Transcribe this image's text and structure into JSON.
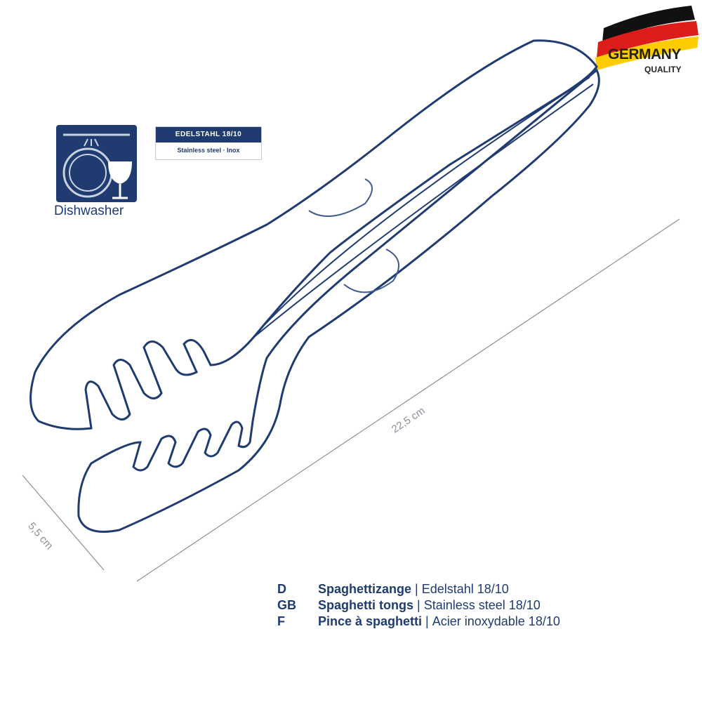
{
  "badges": {
    "dishwasher_label": "Dishwasher",
    "steel_title": "EDELSTAHL 18/10",
    "steel_subtitle": "Stainless steel · Inox"
  },
  "logo": {
    "line1": "GERMANY",
    "line2": "QUALITY"
  },
  "dimensions": {
    "length": "22,5 cm",
    "width": "5,5 cm"
  },
  "legend": [
    {
      "code": "D",
      "name": "Spaghettizange",
      "material": "Edelstahl 18/10"
    },
    {
      "code": "GB",
      "name": "Spaghetti tongs",
      "material": "Stainless steel 18/10"
    },
    {
      "code": "F",
      "name": "Pince à spaghetti",
      "material": "Acier inoxydable 18/10"
    }
  ],
  "colors": {
    "navy": "#1f3b70",
    "flag_black": "#111111",
    "flag_red": "#dd1c1c",
    "flag_gold": "#ffcc00"
  }
}
